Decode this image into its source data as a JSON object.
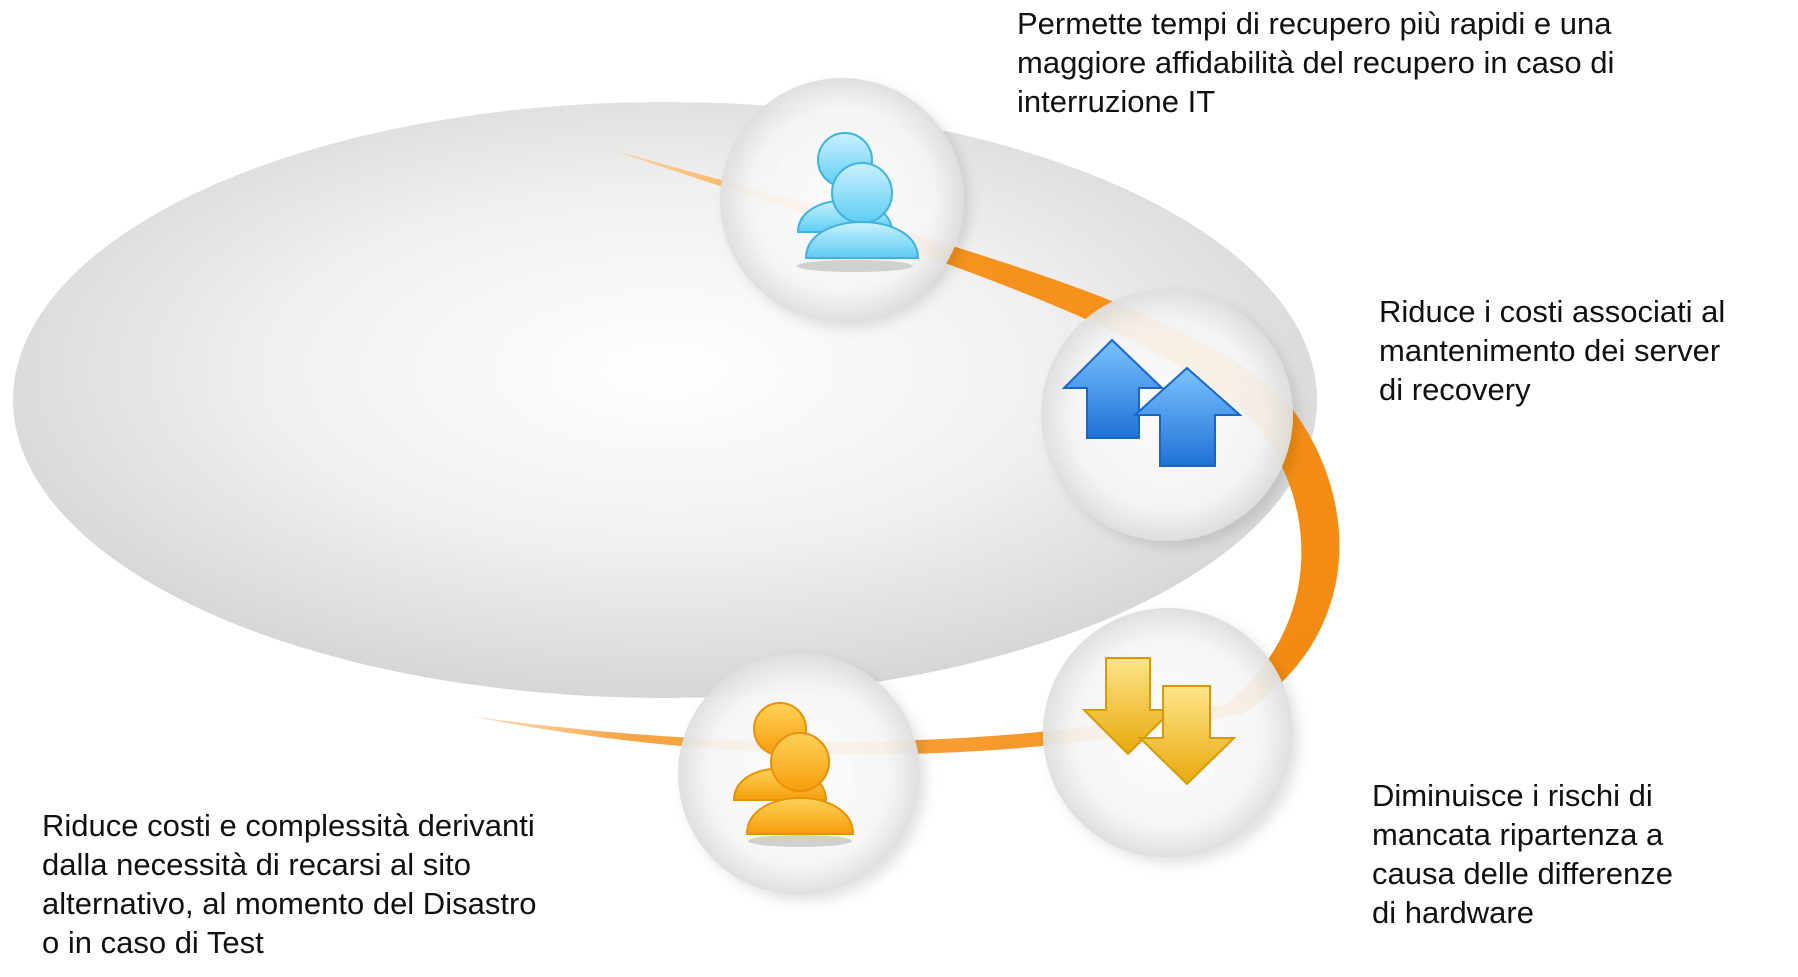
{
  "colors": {
    "arc": "#f7931e",
    "ellipse": "#dcdcdc",
    "person_blue": "#7fdcf8",
    "arrow_blue": "#2f8de6",
    "arrow_gold": "#f2c21a",
    "person_orange": "#fbb40f"
  },
  "benefits": [
    {
      "icon": "users-blue-icon",
      "lines": [
        "Permette tempi di recupero più rapidi e una",
        "maggiore affidabilità del recupero in caso di",
        "interruzione IT"
      ]
    },
    {
      "icon": "up-arrows-icon",
      "lines": [
        "Riduce i costi associati al",
        "mantenimento dei server",
        "di recovery"
      ]
    },
    {
      "icon": "down-arrows-icon",
      "lines": [
        "Diminuisce i rischi di",
        "mancata ripartenza a",
        "causa delle differenze",
        "di hardware"
      ]
    },
    {
      "icon": "users-orange-icon",
      "lines": [
        "Riduce costi e complessità derivanti",
        "dalla necessità di recarsi al sito",
        "alternativo, al momento del Disastro",
        "o in caso di Test"
      ]
    }
  ]
}
